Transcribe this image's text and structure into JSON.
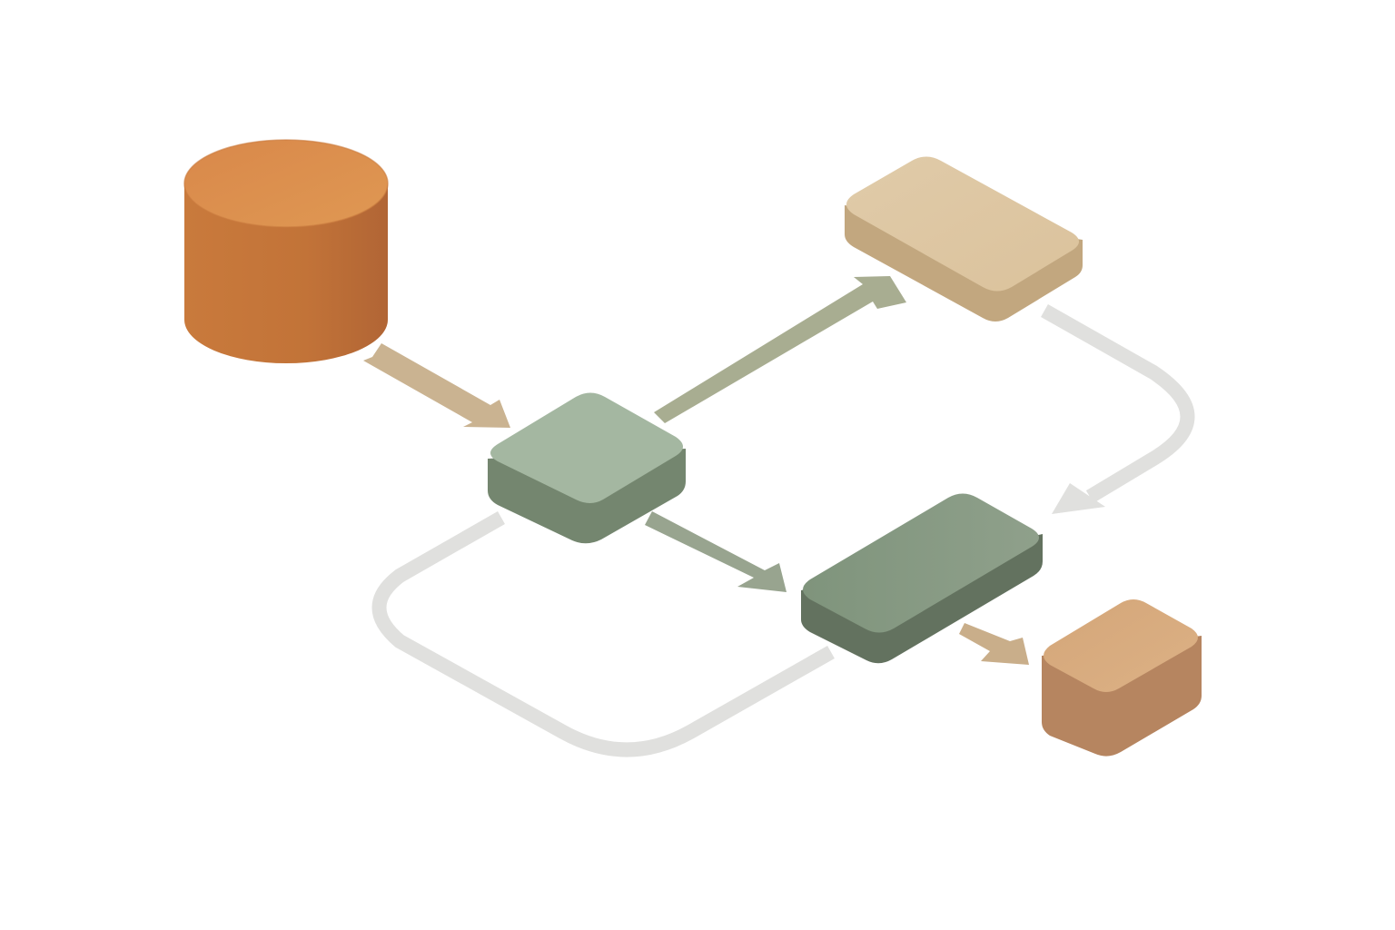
{
  "diagram": {
    "style": "isometric",
    "background": "#ffffff",
    "text_labels": [],
    "nodes": [
      {
        "id": "source-cylinder",
        "shape": "cylinder",
        "colors": {
          "top": "#dd9150",
          "side": "#c47638"
        }
      },
      {
        "id": "hub-block",
        "shape": "block",
        "colors": {
          "top": "#a4b7a1",
          "side": "#7a8c79"
        }
      },
      {
        "id": "upper-tan-slab",
        "shape": "slab",
        "colors": {
          "top": "#ddc59f",
          "side": "#c0a57c"
        }
      },
      {
        "id": "lower-green-slab",
        "shape": "slab",
        "colors": {
          "top": "#859a82",
          "side": "#63725f"
        }
      },
      {
        "id": "output-cube",
        "shape": "cube",
        "colors": {
          "top": "#d7aa7d",
          "side": "#b7845b"
        }
      }
    ],
    "connections": [
      {
        "id": "source-to-hub",
        "from": "source-cylinder",
        "to": "hub-block",
        "style": "arrow",
        "color": "#cab391"
      },
      {
        "id": "hub-to-upper",
        "from": "hub-block",
        "to": "upper-tan-slab",
        "style": "arrow",
        "color": "#a8ad91"
      },
      {
        "id": "hub-to-lower",
        "from": "hub-block",
        "to": "lower-green-slab",
        "style": "arrow",
        "color": "#98a48f"
      },
      {
        "id": "lower-to-output",
        "from": "lower-green-slab",
        "to": "output-cube",
        "style": "arrow",
        "color": "#c9ae8a"
      },
      {
        "id": "upper-to-lower-return",
        "from": "upper-tan-slab",
        "to": "lower-green-slab",
        "style": "curved-arrow",
        "color": "#e0e0de"
      },
      {
        "id": "lower-to-hub-loop",
        "from": "lower-green-slab",
        "to": "hub-block",
        "style": "curved-line",
        "color": "#e0e0de"
      }
    ]
  }
}
